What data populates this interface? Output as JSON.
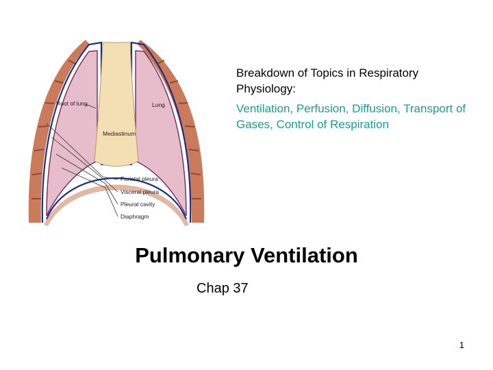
{
  "figure": {
    "labels": {
      "root_of_lung": "Root of lung",
      "lung": "Lung",
      "mediastinum": "Mediastinum",
      "parietal_pleura": "Parietal pleura",
      "visceral_pleura": "Visceral pleura",
      "pleural_cavity": "Pleural cavity",
      "diaphragm": "Diaphragm"
    },
    "colors": {
      "lung": "#e7bccb",
      "mediastinum": "#f4dfb5",
      "pleura_line": "#1e2d8a",
      "chest_wall": "#c97b5c"
    }
  },
  "topics": {
    "heading": "Breakdown of Topics in Respiratory Physiology:",
    "items": "Ventilation, Perfusion, Diffusion, Transport of Gases, Control of Respiration",
    "accent_color": "#1a9e8f"
  },
  "title": "Pulmonary Ventilation",
  "subtitle": "Chap 37",
  "slide_number": "1"
}
